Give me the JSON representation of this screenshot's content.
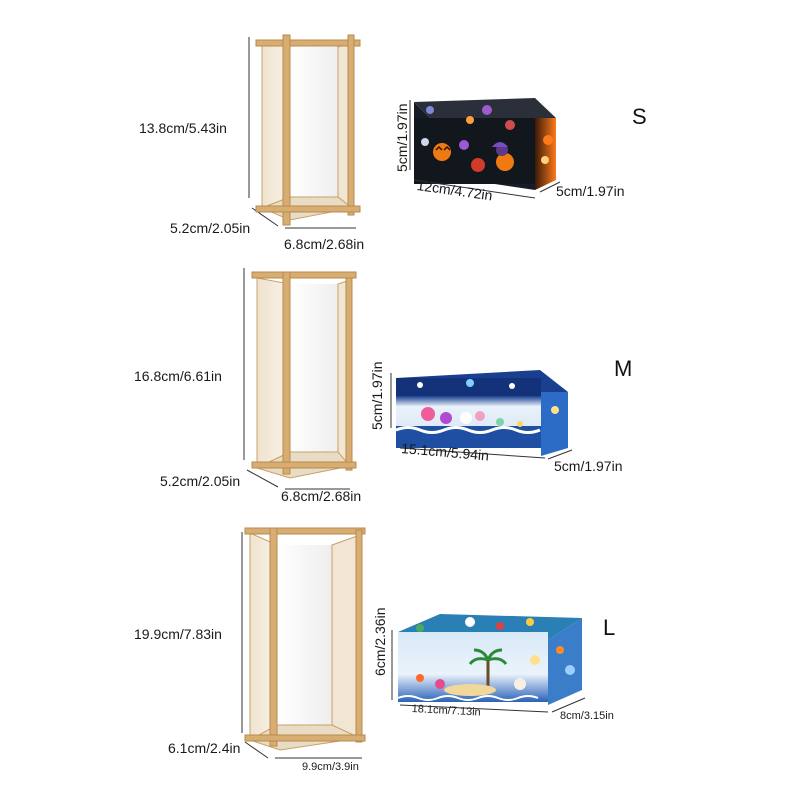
{
  "size_s": {
    "letter": "S",
    "mold_height": "13.8cm/5.43in",
    "mold_depth": "5.2cm/2.05in",
    "mold_width": "6.8cm/2.68in",
    "block_height": "5cm/1.97in",
    "block_length": "12cm/4.72in",
    "block_depth": "5cm/1.97in"
  },
  "size_m": {
    "letter": "M",
    "mold_height": "16.8cm/6.61in",
    "mold_depth": "5.2cm/2.05in",
    "mold_width": "6.8cm/2.68in",
    "block_height": "5cm/1.97in",
    "block_length": "15.1cm/5.94in",
    "block_depth": "5cm/1.97in"
  },
  "size_l": {
    "letter": "L",
    "mold_height": "19.9cm/7.83in",
    "mold_depth": "6.1cm/2.4in",
    "mold_width": "9.9cm/3.9in",
    "block_height": "6cm/2.36in",
    "block_length": "18.1cm/7.13in",
    "block_depth": "8cm/3.15in"
  },
  "colors": {
    "wood": "#d8ad72",
    "wood_edge": "#b98a4e",
    "mold_inner": "#f4ecde",
    "dim_line": "#333333",
    "resin_dark": "#141820",
    "ocean_blue": "#1b4fa8"
  }
}
